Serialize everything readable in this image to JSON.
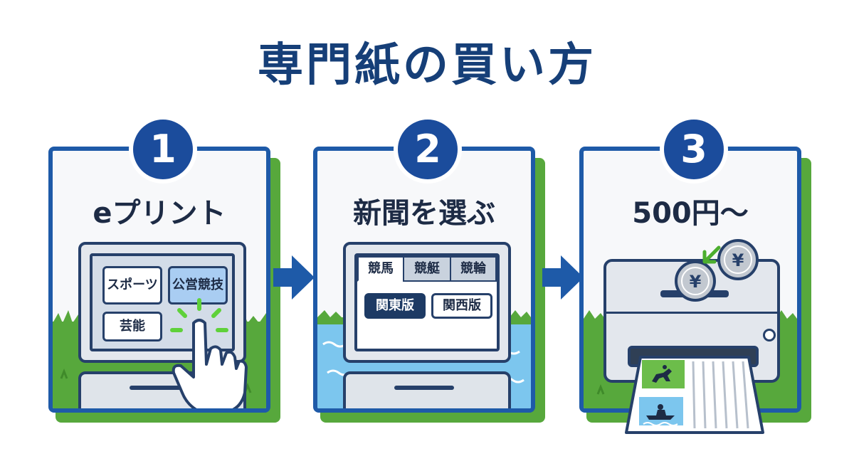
{
  "title": "専門紙の買い方",
  "steps": [
    {
      "number": "1",
      "label": "eプリント",
      "menu": [
        "スポーツ",
        "公営競技",
        "芸能"
      ]
    },
    {
      "number": "2",
      "label": "新聞を選ぶ",
      "tabs": [
        "競馬",
        "競艇",
        "競輪"
      ],
      "editions": [
        "関東版",
        "関西版"
      ]
    },
    {
      "number": "3",
      "label": "500円〜",
      "coin_symbol": "¥"
    }
  ],
  "colors": {
    "title": "#163f78",
    "frame": "#1e5aa8",
    "badge": "#1b4c9c",
    "grass": "#57a83c",
    "water": "#7cc6ee",
    "outline": "#26406a"
  },
  "icons": [
    "touch-hand-icon",
    "step-arrow-icon",
    "coin-yen-icon",
    "insert-arrow-icon",
    "horse-racing-icon",
    "boat-racing-icon"
  ]
}
